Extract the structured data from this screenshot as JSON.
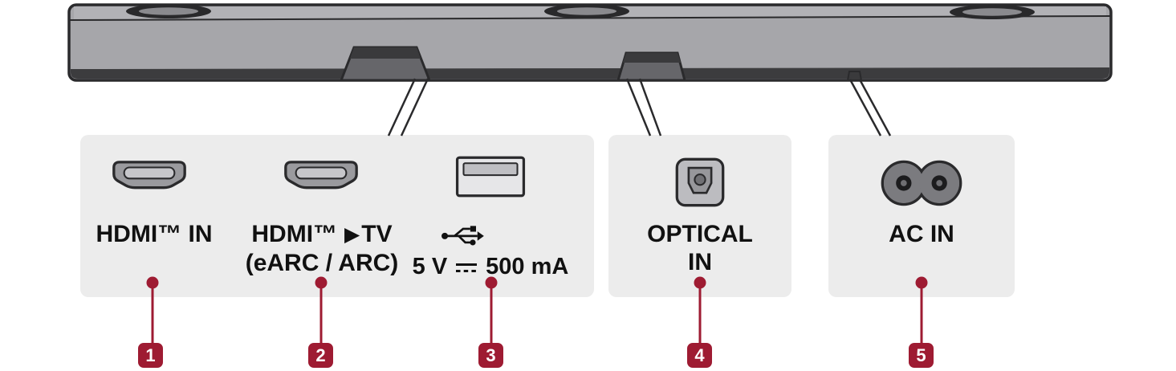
{
  "diagram": {
    "accent_color": "#9E1B32",
    "panel_hdmi_usb": {
      "hdmi_in_label": "HDMI™ IN",
      "hdmi_tv_label_prefix": "HDMI™",
      "hdmi_tv_arrow": "▶",
      "hdmi_tv_label_suffix": "TV",
      "hdmi_tv_sublabel": "(eARC / ARC)",
      "usb_rating_voltage": "5 V",
      "usb_rating_current": "500 mA"
    },
    "panel_optical": {
      "label_line1": "OPTICAL",
      "label_line2": "IN"
    },
    "panel_ac": {
      "label": "AC IN"
    },
    "markers": [
      "1",
      "2",
      "3",
      "4",
      "5"
    ]
  }
}
